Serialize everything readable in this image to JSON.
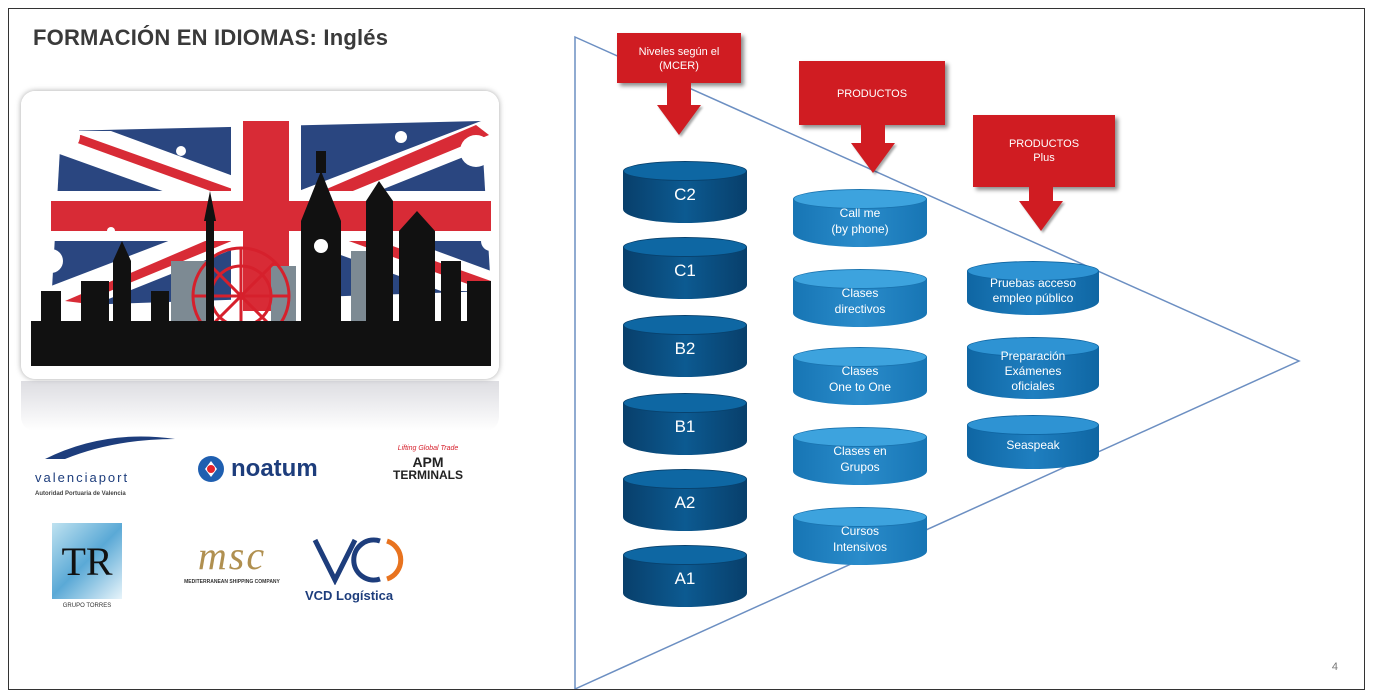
{
  "title": "FORMACIÓN EN IDIOMAS: Inglés",
  "headers": {
    "levels": [
      "Niveles según el",
      "(MCER)"
    ],
    "products": [
      "PRODUCTOS"
    ],
    "products_plus": [
      "PRODUCTOS",
      "Plus"
    ]
  },
  "levels": [
    "C2",
    "C1",
    "B2",
    "B1",
    "A2",
    "A1"
  ],
  "products": [
    [
      "Call me",
      "(by phone)"
    ],
    [
      "Clases",
      "directivos"
    ],
    [
      "Clases",
      "One to One"
    ],
    [
      "Clases en",
      "Grupos"
    ],
    [
      "Cursos",
      "Intensivos"
    ]
  ],
  "products_plus": [
    [
      "Pruebas acceso",
      "empleo público"
    ],
    [
      "Preparación",
      "Exámenes",
      "oficiales"
    ],
    [
      "Seaspeak"
    ]
  ],
  "logos": {
    "valenciaport": "valenciaport",
    "valenciaport_sub": "Autoridad Portuaria de Valencia",
    "noatum": "noatum",
    "apm_tag": "Lifting Global Trade",
    "apm_line1": "APM",
    "apm_line2": "TERMINALS",
    "tr": "TR",
    "tr_sub": "GRUPO TORRES",
    "msc": "msc",
    "msc_sub": "MEDITERRANEAN SHIPPING COMPANY",
    "vcd": "VCD Logística"
  },
  "page_number": "4",
  "colors": {
    "red": "#d01c22",
    "navy": "#0c5a91",
    "blue": "#2a8ccb"
  }
}
